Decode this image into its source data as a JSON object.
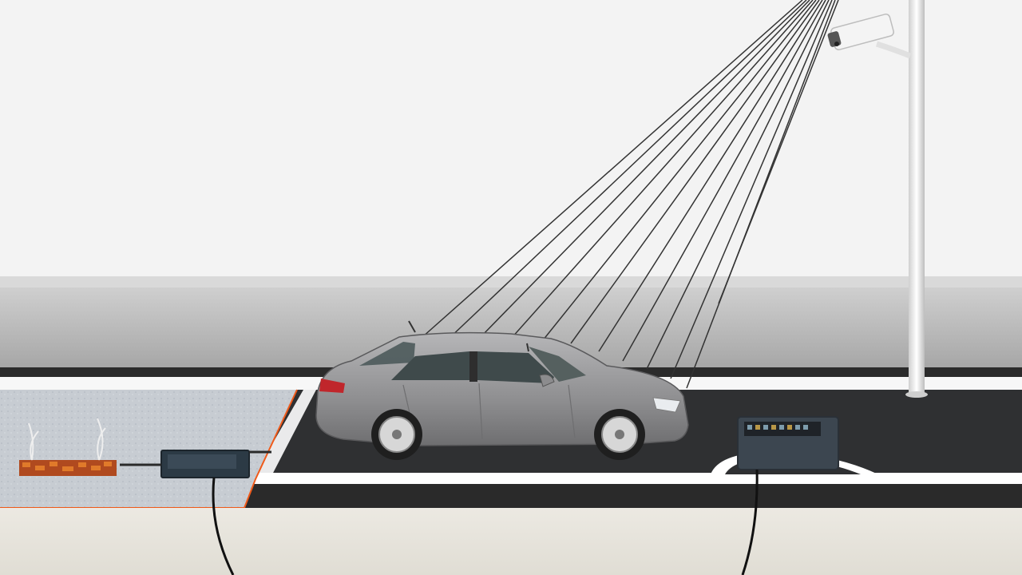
{
  "scene": {
    "description_free": true,
    "elements": [
      "wall",
      "road",
      "sidewalk",
      "car",
      "street-pole",
      "surveillance-camera",
      "camera-beam",
      "roadside-sensor-box",
      "ground-loop-detector",
      "underground-cable",
      "ground-anchors"
    ]
  },
  "colors": {
    "sky": "#f3f3f3",
    "wall": "#bdbdbd",
    "road": "#2f3032",
    "sidewalk": "#d7d7d7",
    "ground": "#e7e4dd",
    "car": "#9b9b9d",
    "pole": "#e6e6e6",
    "loop_box": "#2c3a45",
    "sensor_box": "#3c4650",
    "accent_orange": "#f05a1a"
  },
  "icons": {
    "camera": "security-camera-icon",
    "sensor": "sensor-box-icon",
    "loop": "ground-loop-icon"
  }
}
